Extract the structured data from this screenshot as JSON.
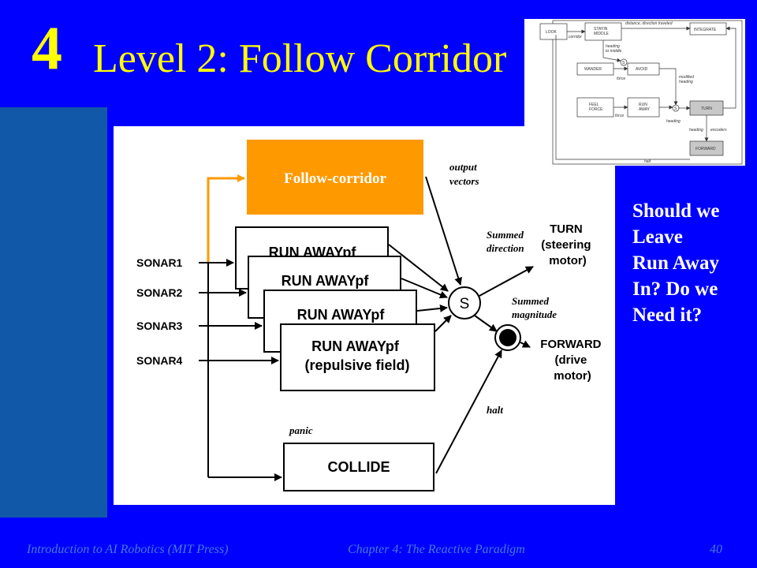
{
  "slide": {
    "number": "4",
    "title": "Level 2: Follow Corridor"
  },
  "diagram": {
    "follow_corridor": "Follow-corridor",
    "output_vectors": [
      "output",
      "vectors"
    ],
    "sonars": [
      "SONAR1",
      "SONAR2",
      "SONAR3",
      "SONAR4"
    ],
    "runaway_label": "RUN AWAYpf",
    "runaway_last": [
      "RUN AWAYpf",
      "(repulsive field)"
    ],
    "summed_direction": [
      "Summed",
      "direction"
    ],
    "summed_magnitude": [
      "Summed",
      "magnitude"
    ],
    "turn": [
      "TURN",
      "(steering",
      "motor)"
    ],
    "forward": [
      "FORWARD",
      "(drive",
      "motor)"
    ],
    "sum_node": "S",
    "panic": "panic",
    "halt": "halt",
    "collide": "COLLIDE"
  },
  "thumbnail": {
    "look": "LOOK",
    "stay_in_middle": [
      "STAYIN",
      "MIDDLE"
    ],
    "integrate": "INTEGRATE",
    "distance_direction": "distance, direction traveled",
    "corridor": "corridor",
    "heading_to_middle": [
      "heading",
      "to middle"
    ],
    "wander": "WANDER",
    "avoid": "AVOID",
    "modified_heading": [
      "modified",
      "heading"
    ],
    "force": "force",
    "feel_force": [
      "FEEL",
      "FORCE"
    ],
    "run_away": [
      "RUN",
      "AWAY"
    ],
    "force2": "force",
    "heading": "heading",
    "turn": "TURN",
    "heading2": "heading",
    "encoders": "encoders",
    "forward": "FORWARD",
    "halt": "halt",
    "s": "S"
  },
  "question_lines": [
    "Should we",
    "Leave",
    "Run Away",
    "In? Do we",
    "Need it?"
  ],
  "footer": {
    "left": "Introduction to AI Robotics (MIT Press)",
    "middle": "Chapter 4: The Reactive Paradigm",
    "page": "40"
  },
  "colors": {
    "background": "#0000ff",
    "side_panel": "#1258a8",
    "title": "#ffff00",
    "accent_orange": "#ff9900",
    "footer_text": "#4a78d8"
  }
}
